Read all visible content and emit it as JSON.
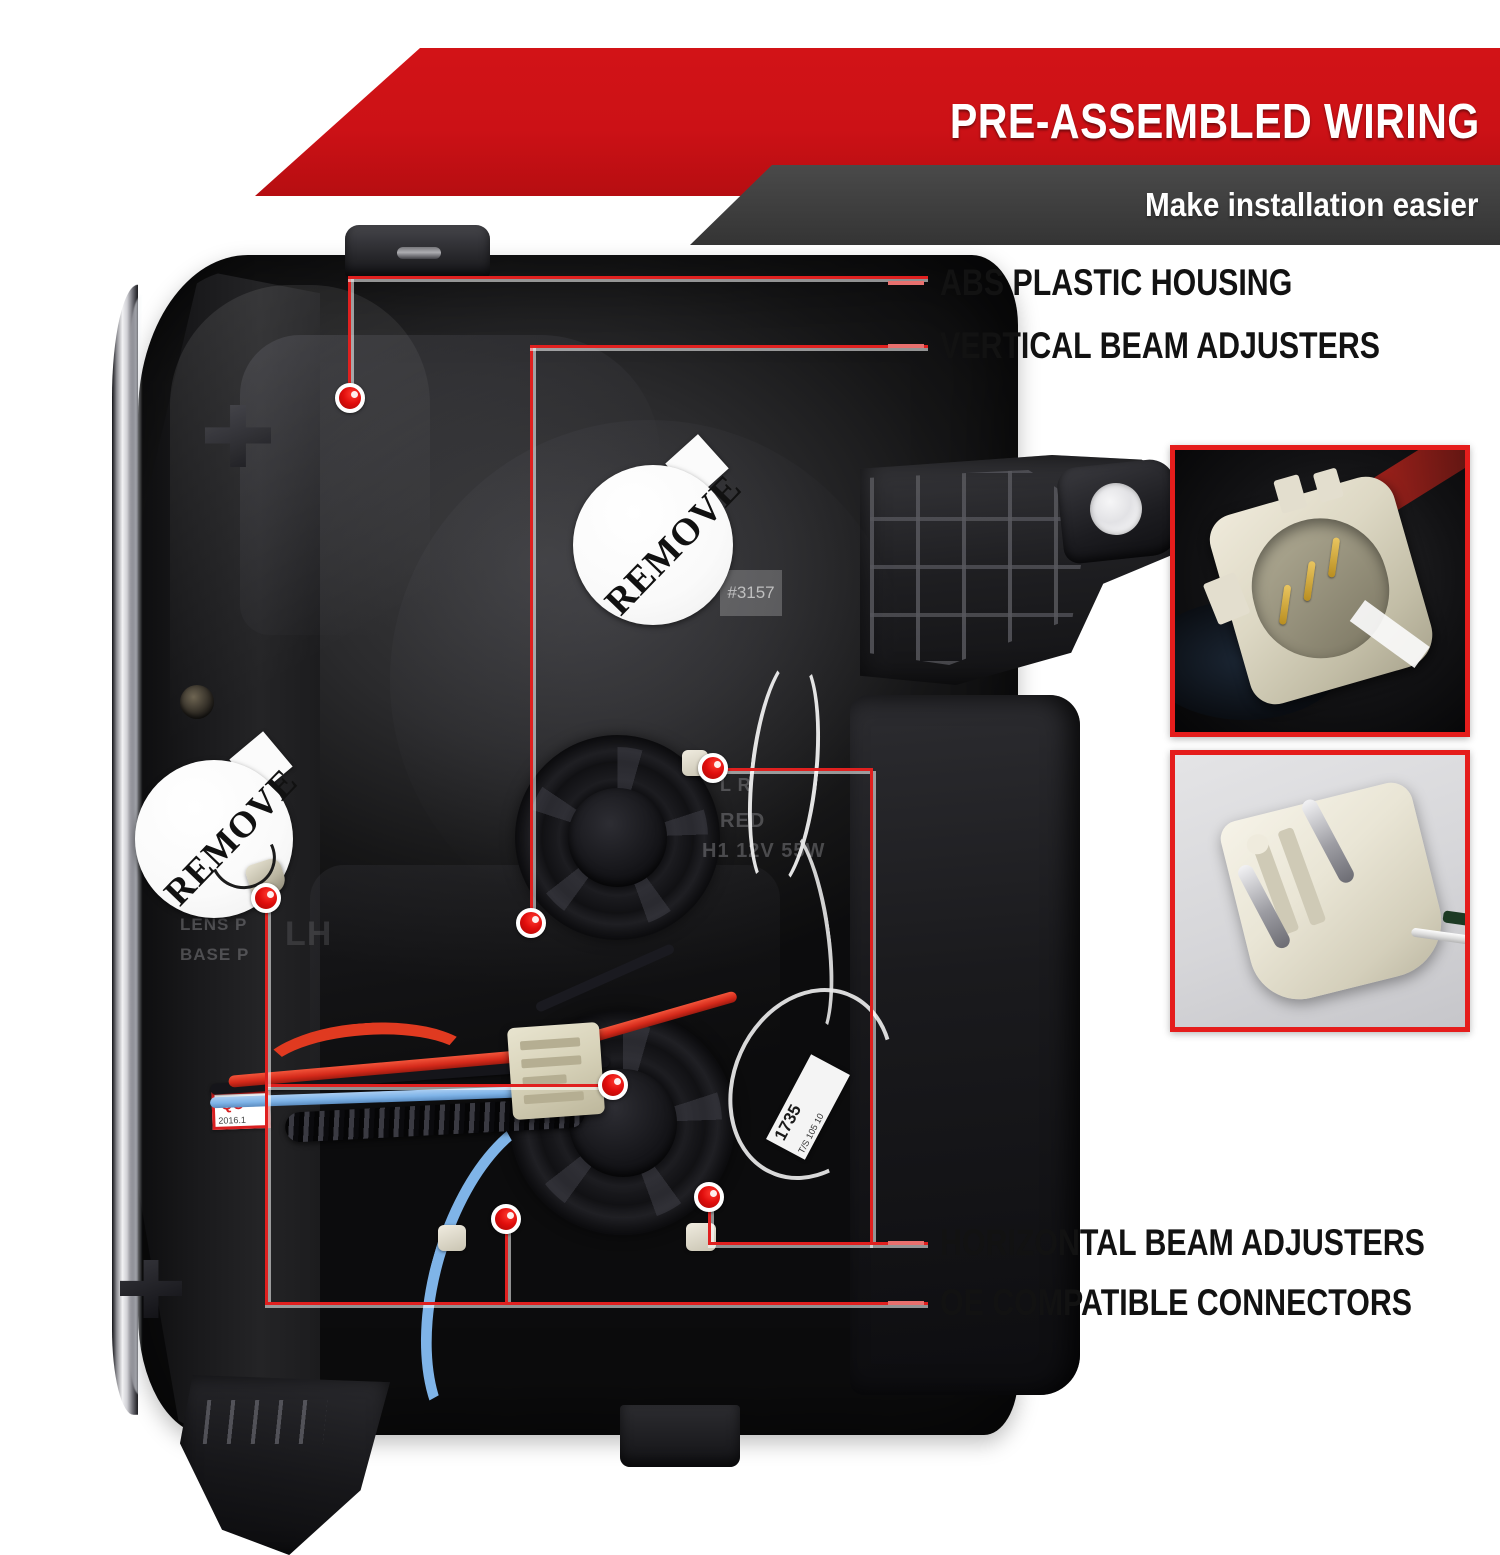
{
  "header": {
    "title": "PRE-ASSEMBLED WIRING",
    "subtitle": "Make installation easier",
    "red_hex": "#cc1116",
    "dark_hex": "#3f3f3f"
  },
  "callouts": [
    {
      "id": "abs-plastic-housing",
      "label": "ABS PLASTIC HOUSING"
    },
    {
      "id": "vertical-beam-adjusters",
      "label": "VERTICAL BEAM ADJUSTERS"
    },
    {
      "id": "horizontal-beam-adjusters",
      "label": "HORIZONTAL BEAM ADJUSTERS"
    },
    {
      "id": "oe-compatible-connectors",
      "label": "OE COMPATIBLE CONNECTORS"
    }
  ],
  "leader_color": "#e0201f",
  "dash_color": "#e8706e",
  "product": {
    "stickers": [
      {
        "id": "remove-upper",
        "text": "REMOVE"
      },
      {
        "id": "remove-lower",
        "text": "REMOVE"
      }
    ],
    "molded_text": {
      "bulb_label": "#3157",
      "side_code": "RED",
      "bulb_spec": "H1 12V 55W",
      "lr_mark": "L    R",
      "lh_mark": "LH",
      "lens_line1": "LENS P",
      "lens_line2": "BASE P"
    },
    "qc_sticker": {
      "title": "QC",
      "date": "2016.1"
    },
    "hang_tag": {
      "code": "1735",
      "sub": "T/S 105 10"
    },
    "wire_colors": {
      "positive": "#e03a20",
      "signal": "#7fb4e8",
      "ground": "#15151a"
    }
  },
  "insets": [
    {
      "id": "three-pin-connector-photo",
      "caption": ""
    },
    {
      "id": "wedge-bulb-socket-photo",
      "caption": ""
    }
  ]
}
